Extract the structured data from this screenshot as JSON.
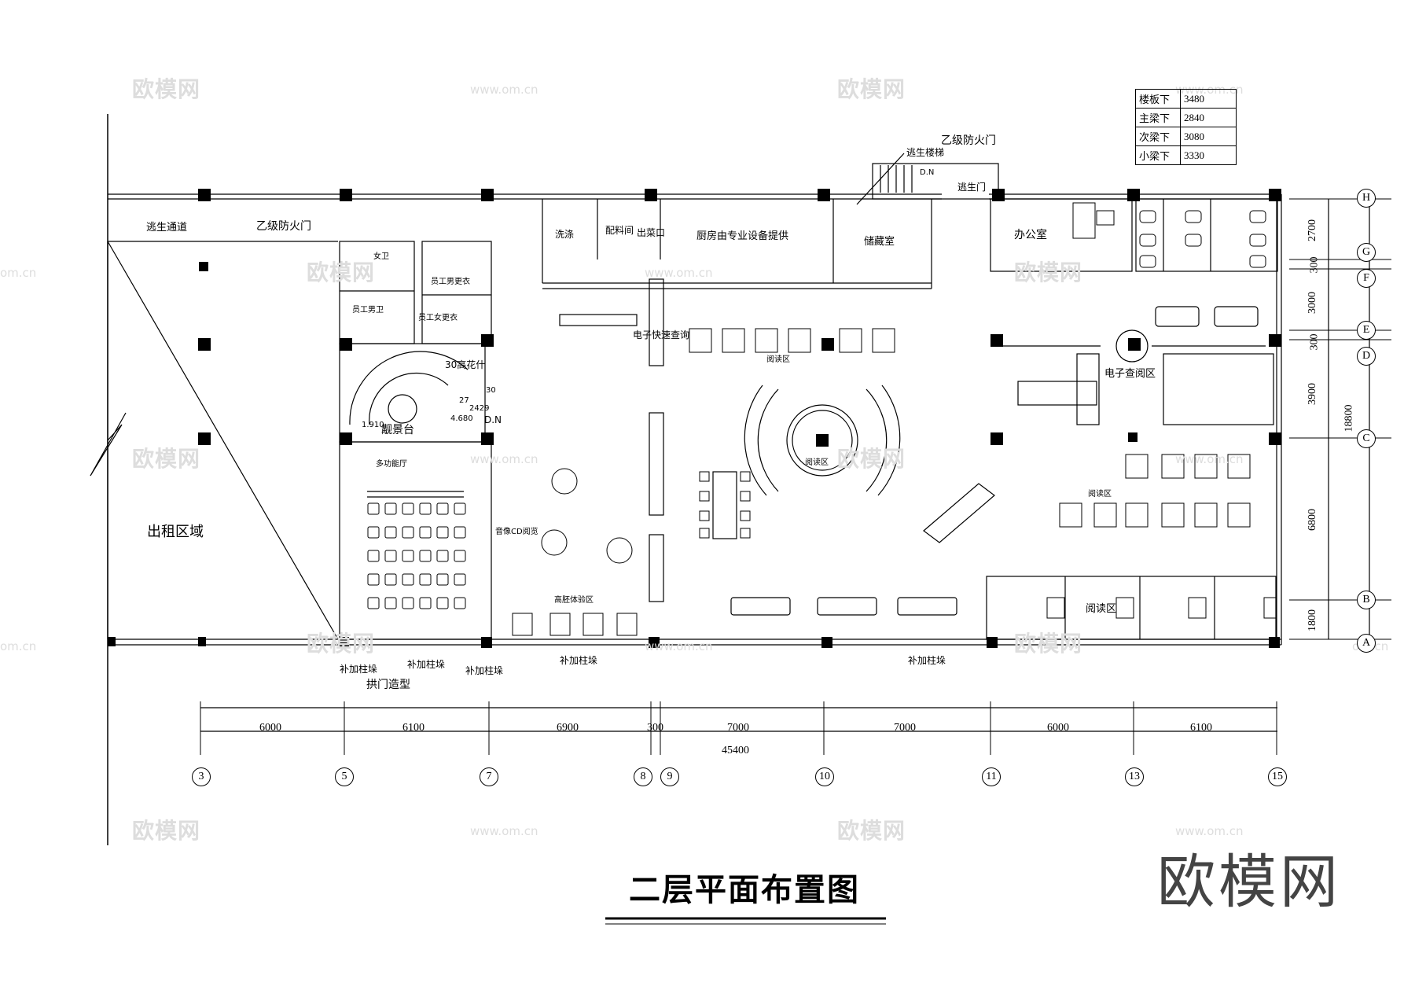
{
  "title": "二层平面布置图",
  "brand_mark": "欧模网",
  "watermarks": {
    "logo_text": "欧模网",
    "url_text": "www.om.cn",
    "url_partial": "om.cn"
  },
  "height_table": [
    {
      "label": "楼板下",
      "value": "3480"
    },
    {
      "label": "主梁下",
      "value": "2840"
    },
    {
      "label": "次梁下",
      "value": "3080"
    },
    {
      "label": "小梁下",
      "value": "3330"
    }
  ],
  "rooms": {
    "escape_passage": "逃生通道",
    "fire_door_b": "乙级防火门",
    "escape_stair": "逃生楼梯",
    "escape_door": "逃生门",
    "dn": "D.N",
    "washing": "洗涤",
    "prep_room": "配料间",
    "serving": "出菜口",
    "kitchen_equipment": "厨房由专业设备提供",
    "storage": "储藏室",
    "office": "办公室",
    "female_wc": "女卫",
    "staff_male_wc": "员工男卫",
    "male_locker": "员工男更衣",
    "female_locker": "员工女更衣",
    "planter": "30高花什",
    "stair_num_1": "27",
    "stair_num_2": "2429",
    "stair_num_3": "30",
    "level_1": "4.680",
    "level_2": "1.910",
    "viewing_platform": "觏景台",
    "multi_hall": "多功能厅",
    "rental_area": "出租区域",
    "epaper_query": "电子快速查询",
    "reading_area": "阅读区",
    "e_reading_area": "电子查阅区",
    "av_reading": "音像CD阅览",
    "audio_experience": "高胚体验区",
    "column_add": "补加柱垛",
    "arch_door": "拱门造型"
  },
  "dimensions": {
    "spans": [
      "6000",
      "6100",
      "6900",
      "300",
      "7000",
      "7000",
      "6000",
      "6100"
    ],
    "total": "45400",
    "vertical": [
      "2700",
      "300",
      "3000",
      "300",
      "3900",
      "6800",
      "1800"
    ],
    "vertical_total": "18800"
  },
  "axes_x": [
    "3",
    "5",
    "7",
    "8",
    "9",
    "10",
    "11",
    "13",
    "15"
  ],
  "axes_y": [
    "H",
    "G",
    "F",
    "E",
    "D",
    "C",
    "B",
    "A"
  ]
}
